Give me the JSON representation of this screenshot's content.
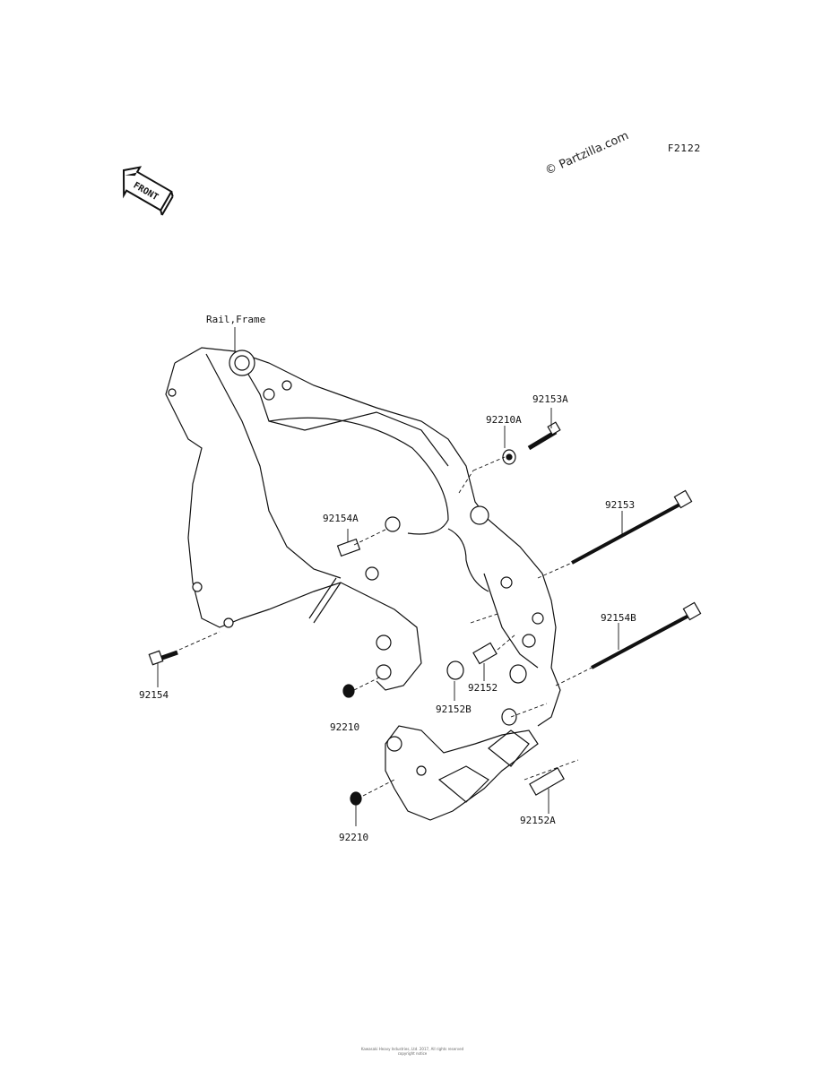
{
  "header": {
    "diagram_code": "F2122",
    "watermark": "© Partzilla.com",
    "front_badge": "FRONT"
  },
  "parts": {
    "frame_label": "Rail,Frame",
    "bolt_92153A": "92153A",
    "washer_92210A": "92210A",
    "bolt_92154A": "92154A",
    "bolt_92153": "92153",
    "bolt_92154B": "92154B",
    "bolt_92154": "92154",
    "collar_92152": "92152",
    "collar_92152B": "92152B",
    "nut_92210_upper": "92210",
    "nut_92210_lower": "92210",
    "collar_92152A": "92152A"
  },
  "footer": {
    "line1": "Kawasaki Heavy Industries, Ltd. 2017, All rights reserved",
    "line2": "copyright notice"
  },
  "colors": {
    "ink": "#111111",
    "background": "#ffffff"
  }
}
